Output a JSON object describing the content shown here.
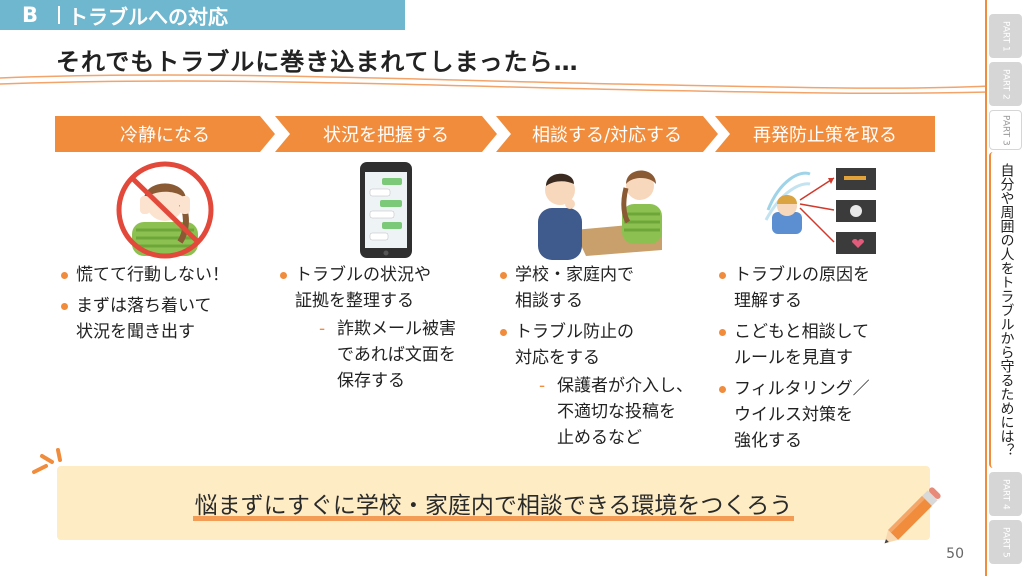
{
  "section": {
    "letter": "B",
    "title": "トラブルへの対応"
  },
  "page_title": "それでもトラブルに巻き込まれてしまったら…",
  "steps": [
    "冷静になる",
    "状況を把握する",
    "相談する/対応する",
    "再発防止策を取る"
  ],
  "columns": [
    {
      "bullets": [
        {
          "lines": [
            "慌てて行動しない！"
          ]
        },
        {
          "lines": [
            "まずは落ち着いて",
            "状況を聞き出す"
          ]
        }
      ]
    },
    {
      "bullets": [
        {
          "lines": [
            "トラブルの状況や",
            "証拠を整理する"
          ],
          "sub": [
            "詐欺メール被害",
            "であれば文面を",
            "保存する"
          ]
        }
      ]
    },
    {
      "bullets": [
        {
          "lines": [
            "学校・家庭内で",
            "相談する"
          ]
        },
        {
          "lines": [
            "トラブル防止の",
            "対応をする"
          ],
          "sub": [
            "保護者が介入し、",
            "不適切な投稿を",
            "止めるなど"
          ]
        }
      ]
    },
    {
      "bullets": [
        {
          "lines": [
            "トラブルの原因を",
            "理解する"
          ]
        },
        {
          "lines": [
            "こどもと相談して",
            "ルールを見直す"
          ]
        },
        {
          "lines": [
            "フィルタリング／",
            "ウイルス対策を",
            "強化する"
          ]
        }
      ]
    }
  ],
  "bottom_message": "悩まずにすぐに学校・家庭内で相談できる環境をつくろう",
  "sidebar": {
    "tabs": [
      {
        "label": "PART 1"
      },
      {
        "label": "PART 2"
      },
      {
        "label": "PART 3"
      },
      {
        "label": "自分や周囲の人をトラブルから守るためには？"
      },
      {
        "label": "PART 4"
      },
      {
        "label": "PART 5"
      }
    ]
  },
  "page_number": "50",
  "colors": {
    "accent": "#f08c3c",
    "section_tag": "#6fb6cf",
    "highlight_bg": "#fdecc4"
  }
}
